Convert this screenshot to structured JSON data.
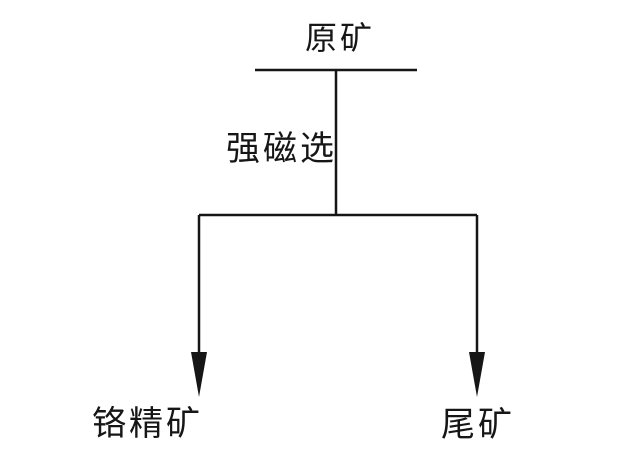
{
  "diagram": {
    "type": "flowchart",
    "description": "mineral-processing-flowsheet",
    "nodes": {
      "raw_ore": "原矿",
      "process": "强磁选",
      "concentrate": "铬精矿",
      "tailings": "尾矿"
    },
    "colors": {
      "line": "#161616",
      "text": "#161616",
      "background": "#ffffff"
    }
  }
}
